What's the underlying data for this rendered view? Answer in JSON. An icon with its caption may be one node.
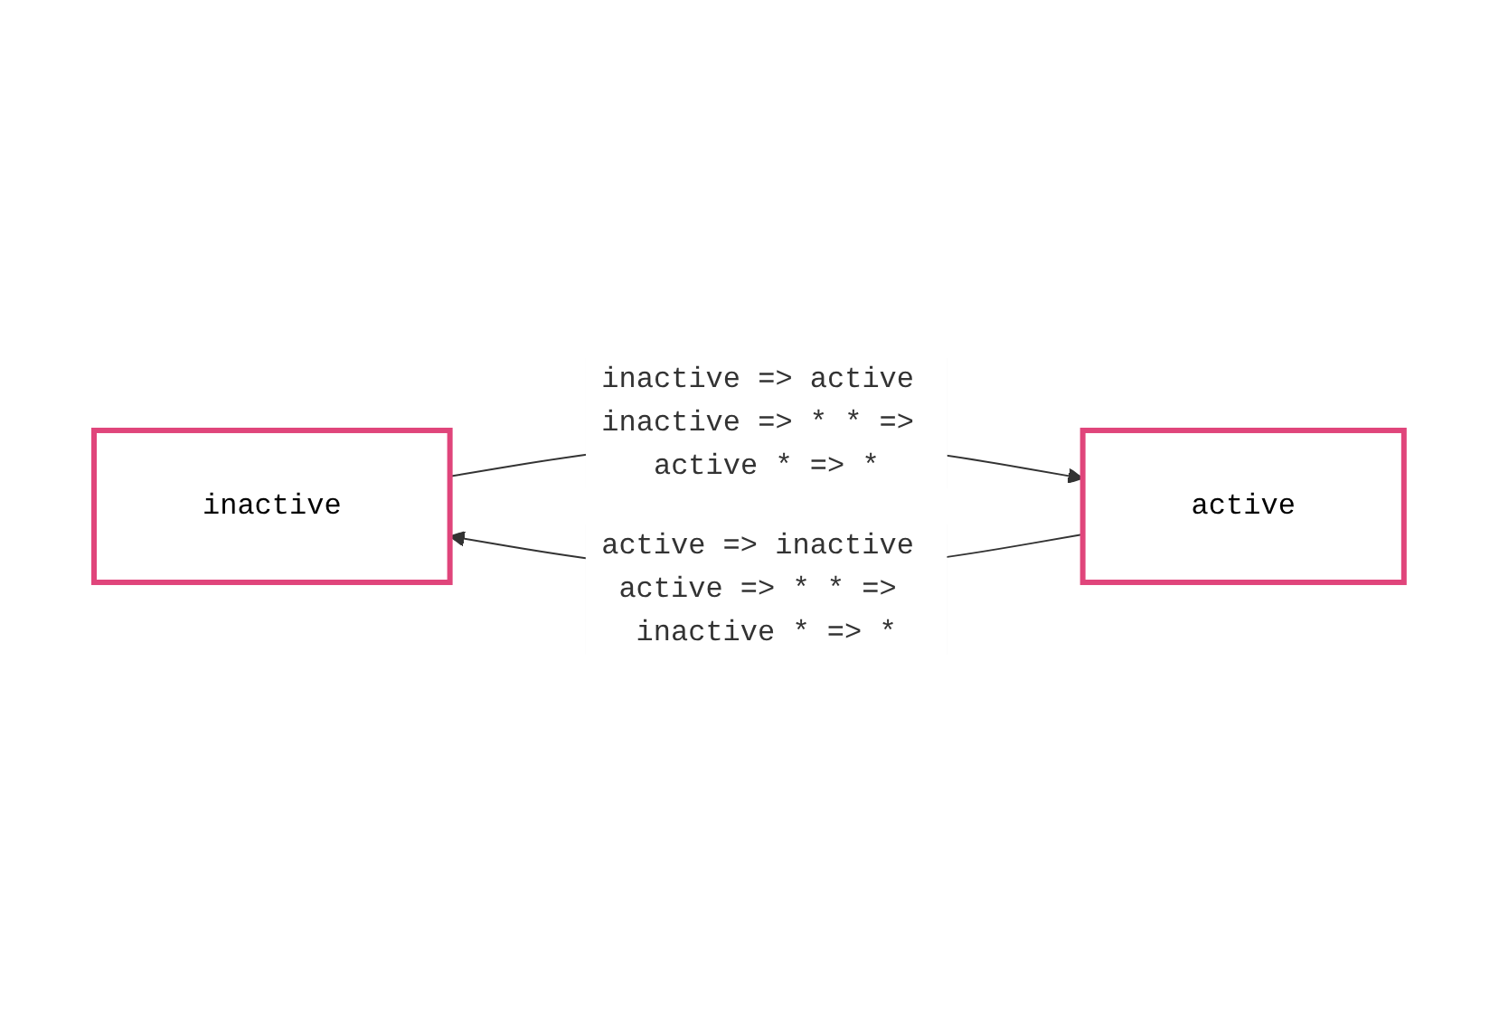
{
  "diagram": {
    "nodes": [
      {
        "text": [
          "inactive"
        ]
      },
      {
        "text": [
          "active"
        ]
      }
    ],
    "edges": [
      {
        "from": 0,
        "to": 1,
        "arrow": "to",
        "label": "inactive => active inactive => * * => active * => *"
      },
      {
        "from": 1,
        "to": 0,
        "arrow": "to",
        "label": "active => inactive active => * * => inactive * => *"
      }
    ]
  }
}
